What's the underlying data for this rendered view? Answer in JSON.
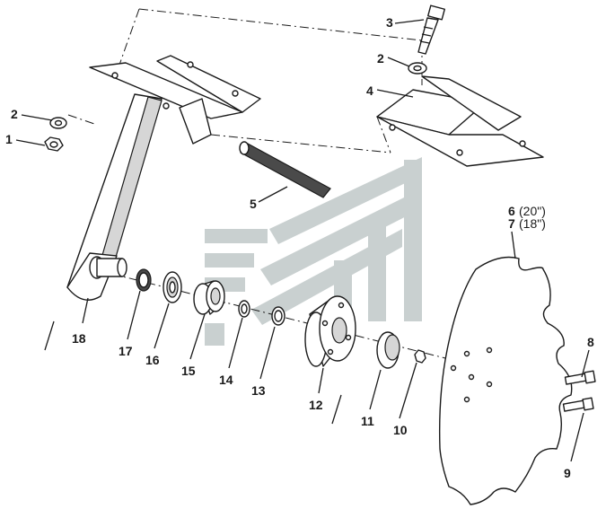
{
  "callouts": {
    "c1": "1",
    "c2a": "2",
    "c2b": "2",
    "c3": "3",
    "c4": "4",
    "c5": "5",
    "c6": "6",
    "c6sub": "(20\")",
    "c7": "7",
    "c7sub": "(18\")",
    "c8": "8",
    "c9": "9",
    "c10": "10",
    "c11": "11",
    "c12": "12",
    "c13": "13",
    "c14": "14",
    "c15": "15",
    "c16": "16",
    "c17": "17",
    "c18": "18"
  },
  "colors": {
    "line": "#1a1a1a",
    "watermark": "#c9d0d0",
    "background": "#ffffff"
  }
}
